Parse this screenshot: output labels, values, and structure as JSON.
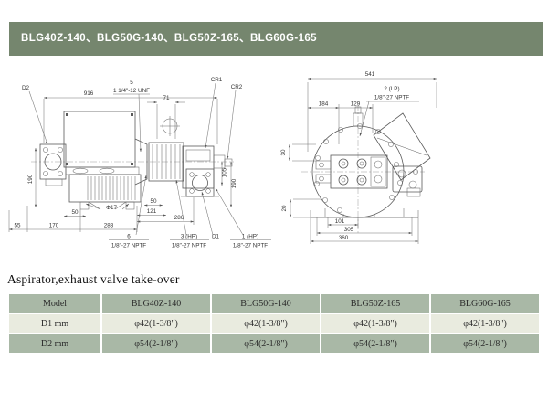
{
  "header": {
    "title": "BLG40Z-140、BLG50G-140、BLG50Z-165、BLG60G-165"
  },
  "colors": {
    "header_bar": "#75866e",
    "table_header_row": "#a9b8a6",
    "table_light_row": "#e9ebdf",
    "page_bg": "#ffffff"
  },
  "drawing": {
    "left": {
      "d2": "D2",
      "dim916": "916",
      "five": "5",
      "unf": "1 1/4\"-12 UNF",
      "dim71": "71",
      "cr1": "CR1",
      "cr2": "CR2",
      "dim190l": "190",
      "dim105": "105",
      "dim190r": "190",
      "phi17": "Φ17",
      "dim50a": "50",
      "dim50b": "50",
      "dim121": "121",
      "dim55": "55",
      "dim170": "170",
      "dim283": "283",
      "dim286": "286",
      "port6": "6",
      "port6_thread": "1/8\"-27 NPTF",
      "port3": "3 (HP)",
      "port3_thread": "1/8\"-27 NPTF",
      "d1": "D1",
      "port1": "1 (HP)",
      "port1_thread": "1/8\"-27 NPTF"
    },
    "right": {
      "dim541": "541",
      "lp2": "2 (LP)",
      "lp2_thread": "1/8\"-27 NPTF",
      "dim184": "184",
      "dim129": "129",
      "dim30": "30",
      "dim20": "20",
      "dim101": "101",
      "dim305": "305",
      "dim360": "360"
    }
  },
  "section_title": "Aspirator,exhaust valve take-over",
  "table": {
    "columns": [
      "Model",
      "BLG40Z-140",
      "BLG50G-140",
      "BLG50Z-165",
      "BLG60G-165"
    ],
    "rows": [
      {
        "label": "D1 mm",
        "values": [
          "φ42(1-3/8\")",
          "φ42(1-3/8\")",
          "φ42(1-3/8\")",
          "φ42(1-3/8\")"
        ]
      },
      {
        "label": "D2 mm",
        "values": [
          "φ54(2-1/8\")",
          "φ54(2-1/8\")",
          "φ54(2-1/8\")",
          "φ54(2-1/8\")"
        ]
      }
    ]
  }
}
